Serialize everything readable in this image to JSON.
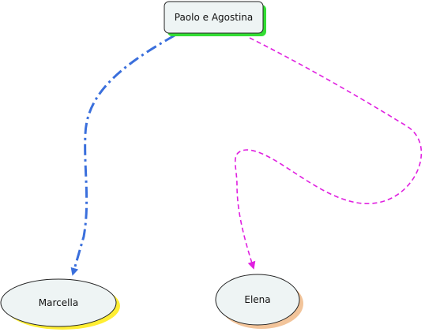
{
  "diagram": {
    "nodes": [
      {
        "id": "paolo-agostina",
        "label": "Paolo e Agostina",
        "shape": "rounded-rect",
        "fill": "#eef4f4",
        "stroke": "#222222",
        "shadow": "#33dd33"
      },
      {
        "id": "marcella",
        "label": "Marcella",
        "shape": "ellipse",
        "fill": "#eef4f4",
        "stroke": "#222222",
        "shadow": "#ffee33"
      },
      {
        "id": "elena",
        "label": "Elena",
        "shape": "ellipse",
        "fill": "#eef4f4",
        "stroke": "#222222",
        "shadow": "#f2c49a"
      }
    ],
    "edges": [
      {
        "from": "paolo-agostina",
        "to": "marcella",
        "style": "dash-dot",
        "color": "#3a6fdc"
      },
      {
        "from": "paolo-agostina",
        "to": "elena",
        "style": "dashed",
        "color": "#e020e0"
      }
    ]
  }
}
